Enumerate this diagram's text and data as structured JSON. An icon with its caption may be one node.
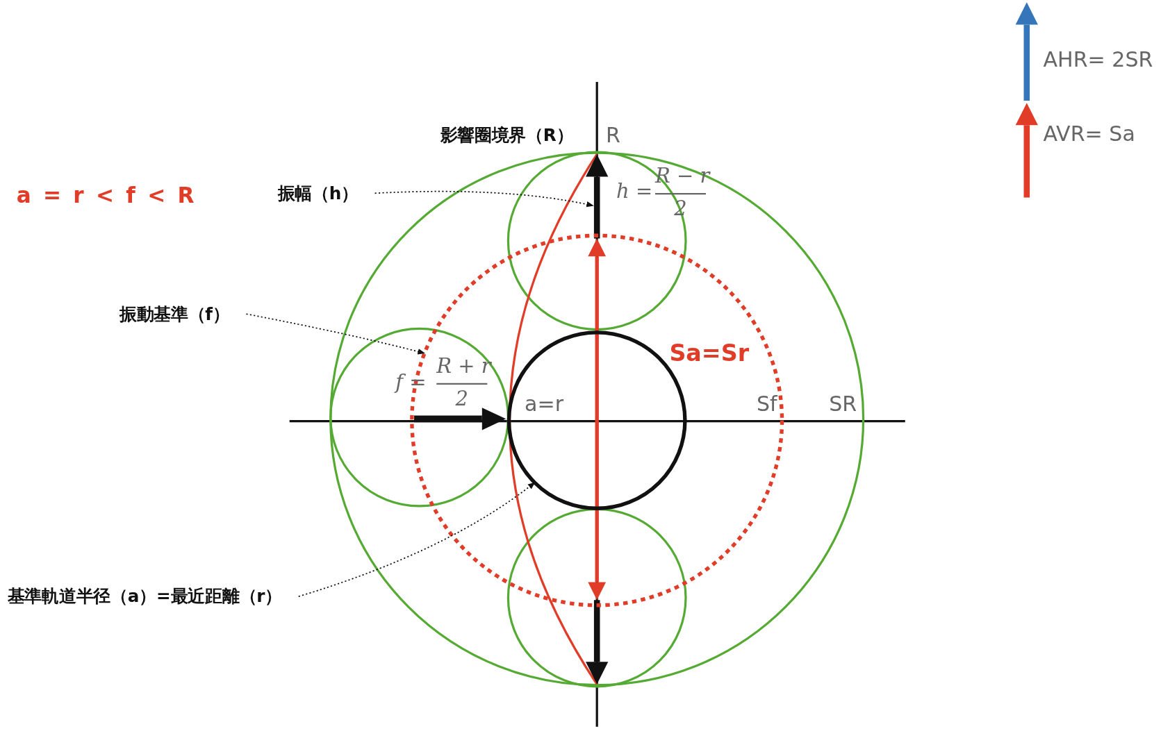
{
  "diagram": {
    "nodes": [
      {
        "text": [
          "振幅（h）"
        ]
      },
      {
        "text": [
          "振動基準（f）"
        ]
      },
      {
        "text": [
          "基準軌道半径（a）=最近距離（r）"
        ]
      },
      {
        "text": [],
        "shape": "circle"
      },
      {
        "text": [],
        "shape": "circle",
        "in": 3
      }
    ],
    "edges": [
      {
        "from": 0,
        "to": null,
        "arrow": "to"
      },
      {
        "from": 1,
        "to": 3,
        "arrow": "to"
      },
      {
        "from": 2,
        "to": 4,
        "arrow": "to"
      }
    ],
    "labels": [
      "影響圈境界（R）",
      "R",
      "a = r < f < R",
      "h =",
      "R − r",
      "2",
      "f =",
      "R + r",
      "2",
      "Sa=Sr",
      "a=r",
      "Sf",
      "SR"
    ],
    "legend": [
      {
        "text": "AHR= 2SR"
      },
      {
        "text": "AVR= Sa"
      }
    ]
  }
}
